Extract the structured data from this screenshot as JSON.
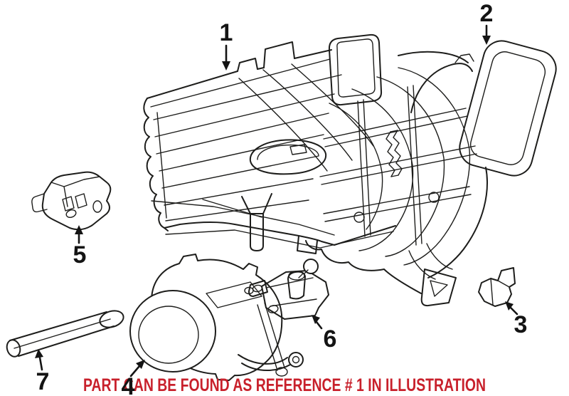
{
  "colors": {
    "background": "#ffffff",
    "line": "#1d1d1b",
    "ink": "#141414",
    "note_red": "#C8202B"
  },
  "note": {
    "text": "PART CAN BE FOUND AS REFERENCE # 1 IN ILLUSTRATION"
  },
  "callouts": [
    {
      "label": "1"
    },
    {
      "label": "2"
    },
    {
      "label": "3"
    },
    {
      "label": "4"
    },
    {
      "label": "5"
    },
    {
      "label": "6"
    },
    {
      "label": "7"
    }
  ]
}
